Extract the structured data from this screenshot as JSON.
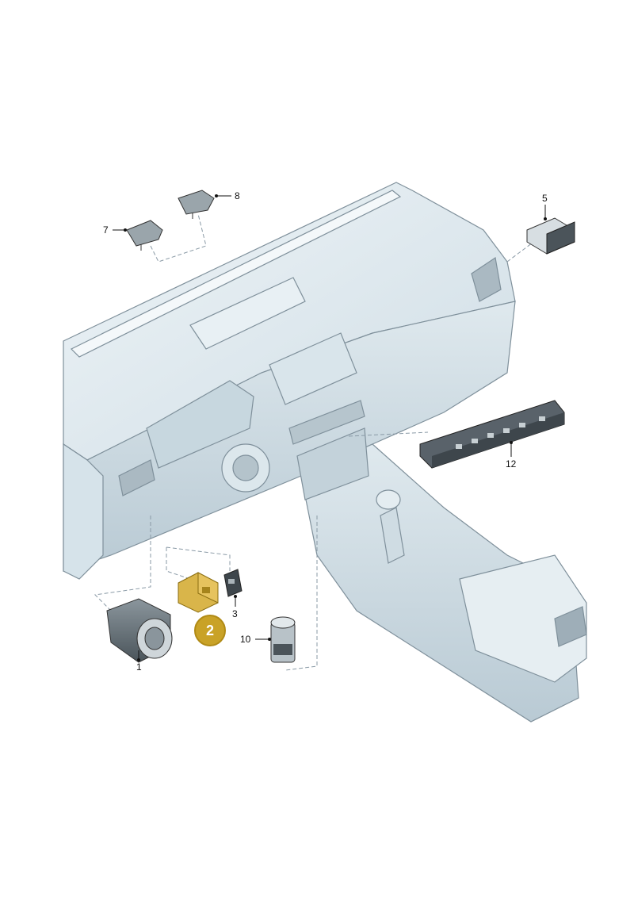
{
  "diagram": {
    "callouts": {
      "c1": "1",
      "c2": "2",
      "c3": "3",
      "c5": "5",
      "c7": "7",
      "c8": "8",
      "c10": "10",
      "c12": "12"
    },
    "highlight_color": "#c9a227",
    "line_color": "#8a9aa6",
    "fill_color": "#e4eef3"
  }
}
